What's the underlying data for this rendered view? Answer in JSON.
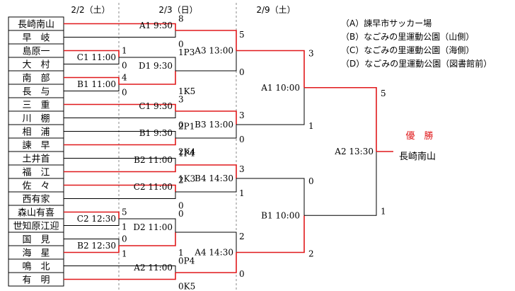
{
  "dates": [
    "2/2（土）",
    "2/3（日）",
    "2/9（土）"
  ],
  "venues": [
    "（A）諫早市サッカー場",
    "（B）なごみの里運動公園（山側）",
    "（C）なごみの里運動公園（海側）",
    "（D）なごみの里運動公園（図書館前）"
  ],
  "teams": [
    "長崎南山",
    "早　岐",
    "島原一",
    "大　村",
    "南　部",
    "長　与",
    "三　重",
    "川　棚",
    "相　浦",
    "諫　早",
    "土井首",
    "福　江",
    "佐　々",
    "西有家",
    "森山有喜",
    "世知原江迎",
    "国　見",
    "海　星",
    "鳴　北",
    "有　明"
  ],
  "matches": {
    "r1": [
      {
        "label": "C1 11:00",
        "top": "1",
        "bot": "0"
      },
      {
        "label": "B1 11:00",
        "top": "4",
        "bot": "0"
      },
      {
        "label": "C2 12:30",
        "top": "5",
        "bot": "1"
      },
      {
        "label": "B2 12:30",
        "top": "0",
        "bot": "1"
      }
    ],
    "r2": [
      {
        "label": "A1 9:30",
        "top": "8",
        "bot": "0"
      },
      {
        "label": "D1 9:30",
        "top": "1P3",
        "bot": "1K5"
      },
      {
        "label": "C1 9:30",
        "top": "3",
        "bot": "0"
      },
      {
        "label": "B1 9:30",
        "top": "2P1",
        "bot": "2K4"
      },
      {
        "label": "B2 11:00",
        "top": "1P4",
        "bot": "1K3"
      },
      {
        "label": "C2 11:00",
        "top": "2",
        "bot": "0"
      },
      {
        "label": "D2 11:00",
        "top": "0",
        "bot": "1"
      },
      {
        "label": "A2 11:00",
        "top": "0P4",
        "bot": "0K5"
      }
    ],
    "r3": [
      {
        "label": "A3 13:00",
        "top": "5",
        "bot": "0"
      },
      {
        "label": "B3 13:00",
        "top": "3",
        "bot": "0"
      },
      {
        "label": "B4 14:30",
        "top": "3",
        "bot": "1"
      },
      {
        "label": "A4 14:30",
        "top": "2",
        "bot": "0"
      }
    ],
    "sf": [
      {
        "label": "A1 10:00",
        "top": "3",
        "bot": "1"
      },
      {
        "label": "B1 10:00",
        "top": "0",
        "bot": "2"
      }
    ],
    "final": {
      "label": "A2 13:30",
      "top": "5",
      "bot": "1"
    }
  },
  "champion": {
    "title": "優　勝",
    "name": "長崎南山"
  },
  "colors": {
    "accent": "#e0191b",
    "line": "#000000"
  }
}
